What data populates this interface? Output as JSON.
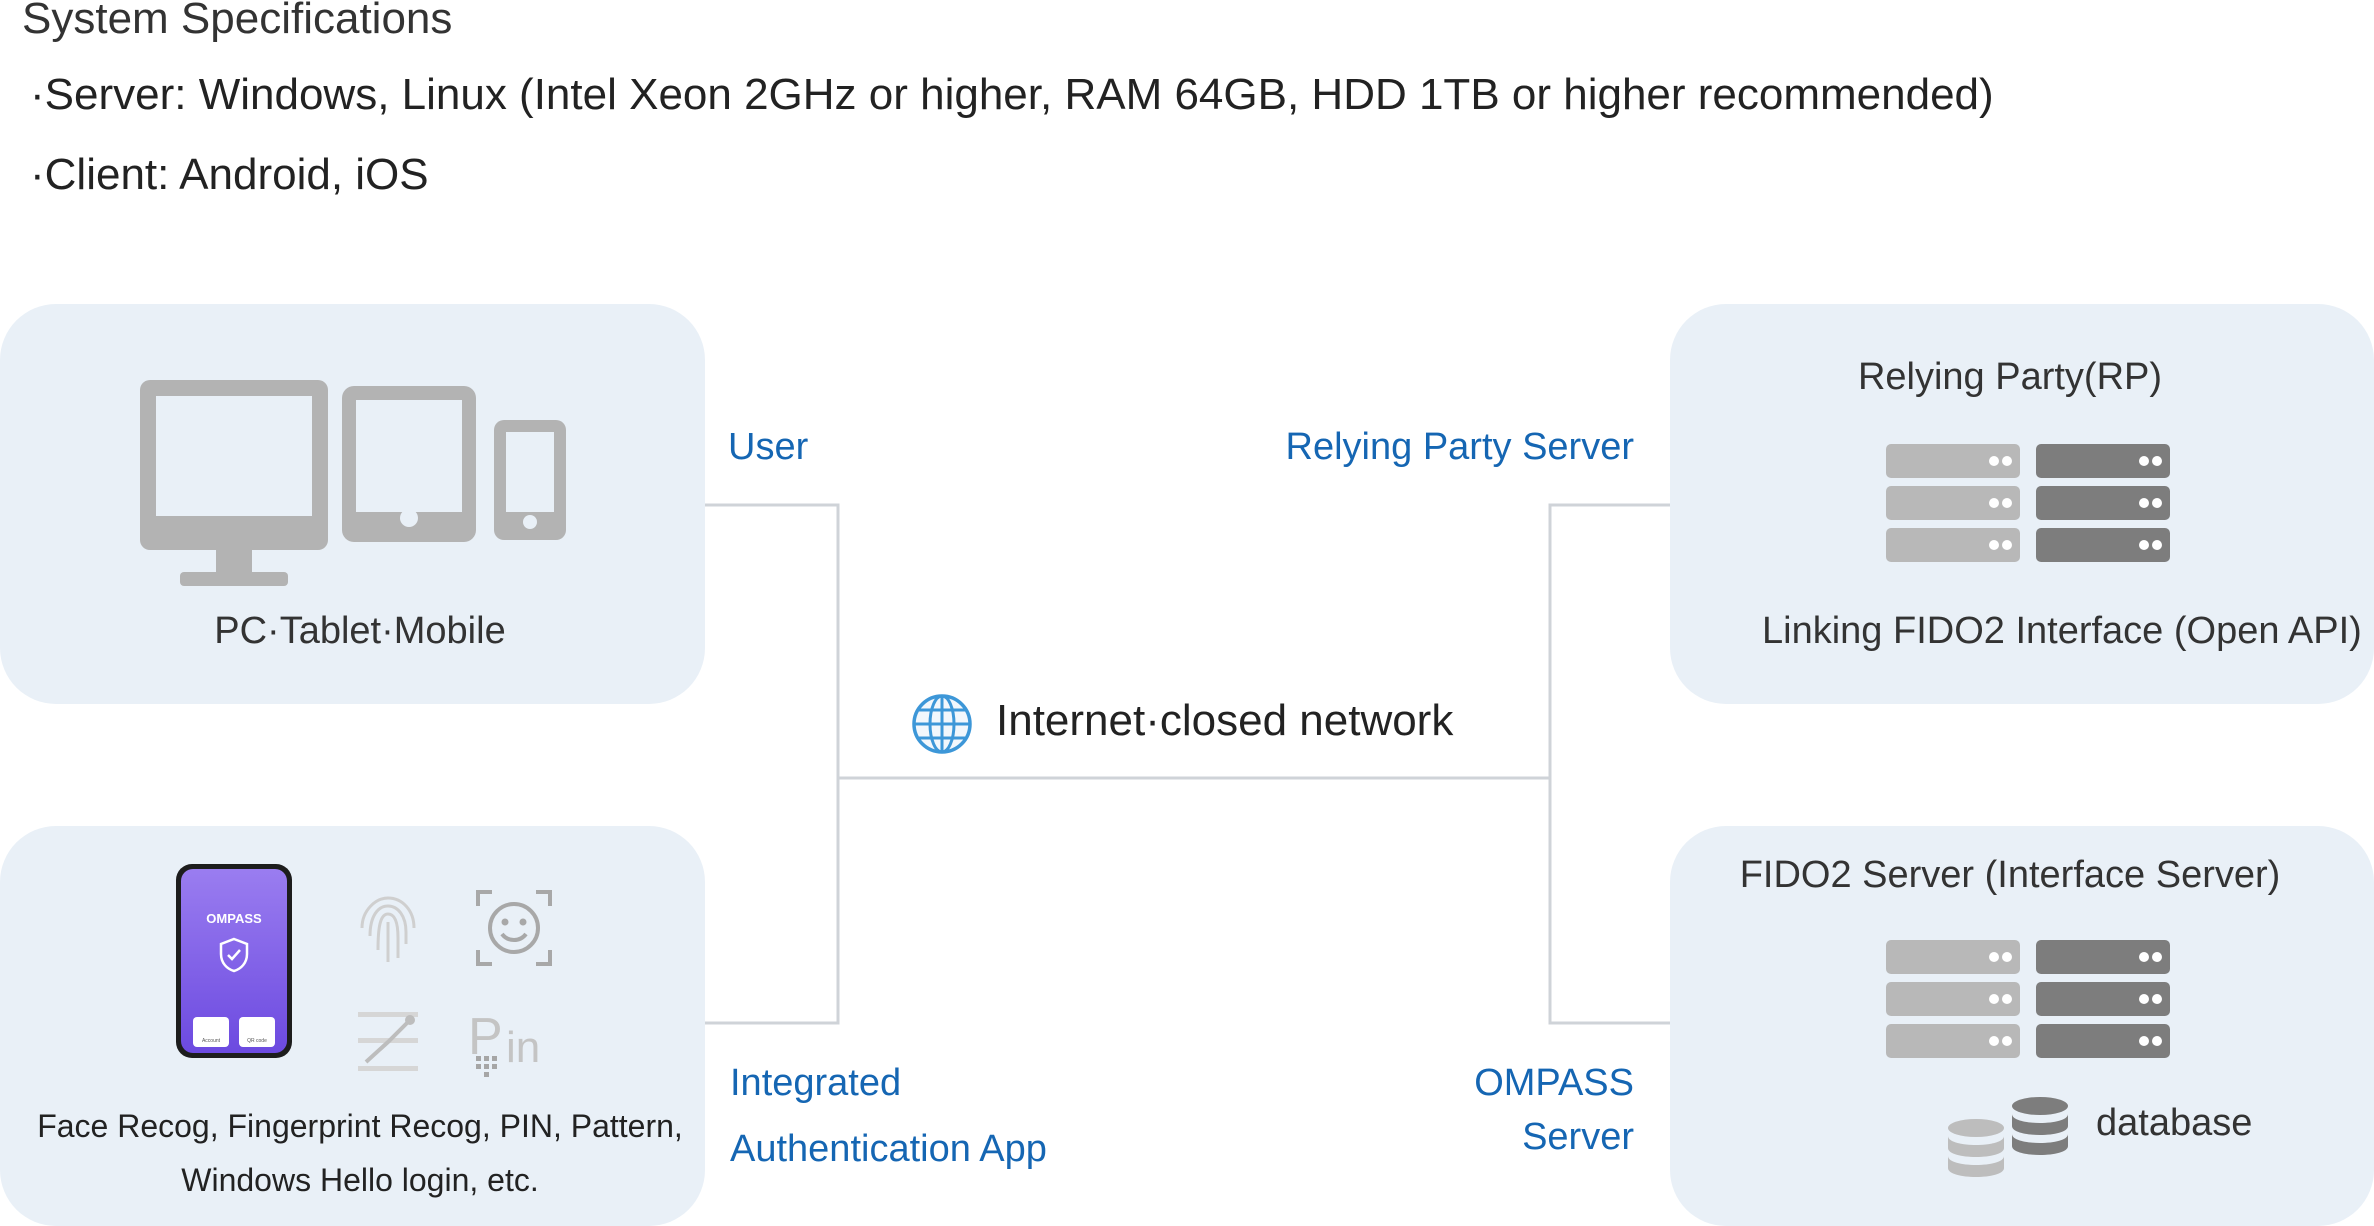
{
  "specs": {
    "title": "System Specifications",
    "lines": [
      "·Server: Windows, Linux (Intel Xeon 2GHz or higher, RAM 64GB, HDD 1TB or higher recommended)",
      "·Client: Android, iOS"
    ]
  },
  "user_box": {
    "devices_caption": "PC·Tablet·Mobile"
  },
  "auth_box": {
    "app_name": "OMPASS",
    "tile_account": "Account",
    "tile_qr": "QR code",
    "caption_line1": "Face Recog, Fingerprint Recog, PIN, Pattern,",
    "caption_line2": "Windows Hello login, etc."
  },
  "rp_box": {
    "title": "Relying Party(RP)",
    "caption": "Linking FIDO2 Interface (Open API)"
  },
  "fido_box": {
    "title": "FIDO2 Server (Interface Server)",
    "db_label": "database"
  },
  "labels": {
    "user": "User",
    "rp_server": "Relying Party Server",
    "integrated_line1": "Integrated",
    "integrated_line2": "Authentication App",
    "ompass_line1": "OMPASS",
    "ompass_line2": "Server",
    "network": "Internet·closed network"
  },
  "colors": {
    "accent_blue": "#1566b3",
    "box_bg": "#e9f0f7",
    "phone_purple": "#7a57e8",
    "icon_gray": "#b3b3b3"
  }
}
